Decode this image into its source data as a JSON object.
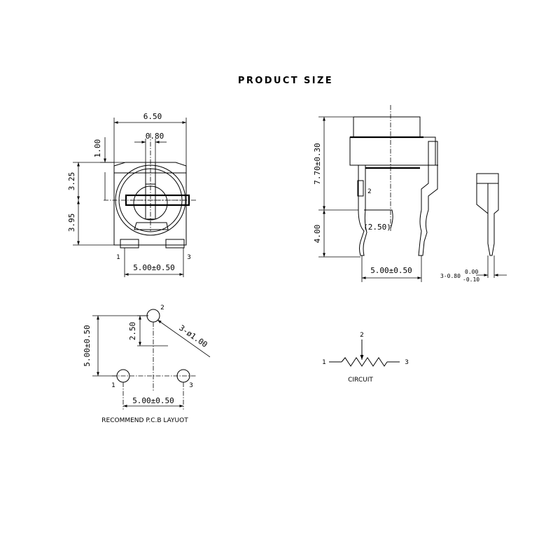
{
  "title": "PRODUCT SIZE",
  "front_view": {
    "width": "6.50",
    "slot": "0.80",
    "top_offset": "1.00",
    "upper_height": "3.25",
    "lower_height": "3.95",
    "pin_pitch": "5.00±0.50",
    "pin_1": "1",
    "pin_3": "3"
  },
  "side_view": {
    "height": "7.70±0.30",
    "lead_length": "4.00",
    "pin_2": "2",
    "inner_offset": "(2.50)",
    "lead_pitch": "5.00±0.50"
  },
  "pin_view": {
    "lead_size": "3-0.80",
    "tol_upper": "0.00",
    "tol_lower": "-0.10"
  },
  "pcb_layout": {
    "pin_2": "2",
    "pin_1": "1",
    "pin_3": "3",
    "offset": "2.50",
    "vertical_pitch": "5.00±0.50",
    "hole_spec": "3-ø1.00",
    "horizontal_pitch": "5.00±0.50",
    "caption": "RECOMMEND P.C.B LAYUOT"
  },
  "circuit": {
    "pin_1": "1",
    "pin_2": "2",
    "pin_3": "3",
    "caption": "CIRCUIT"
  }
}
